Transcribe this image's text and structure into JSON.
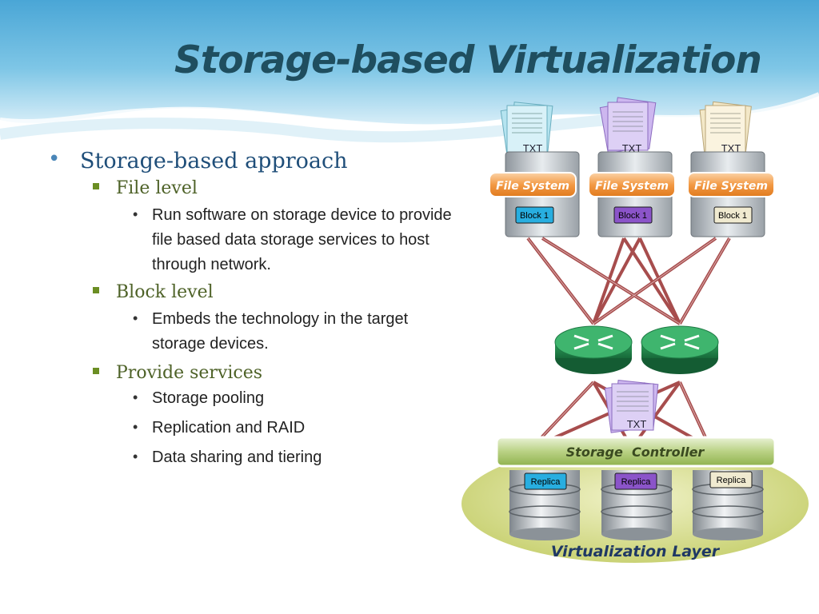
{
  "slide": {
    "title": "Storage-based Virtualization",
    "bullets": [
      {
        "text": "Storage-based approach",
        "children": [
          {
            "text": "File level",
            "children": [
              "Run software on storage device to provide file based data storage services to host through network."
            ]
          },
          {
            "text": "Block level",
            "children": [
              "Embeds the technology in the target storage devices."
            ]
          },
          {
            "text": "Provide services",
            "children": [
              "Storage pooling",
              "Replication and RAID",
              "Data sharing and tiering"
            ]
          }
        ]
      }
    ]
  },
  "diagram": {
    "servers": [
      {
        "doc_label": "TXT",
        "fs_label": "File System",
        "block_label": "Block 1",
        "doc_color": "#b5e4f0",
        "block_color": "#28aee0"
      },
      {
        "doc_label": "TXT",
        "fs_label": "File System",
        "block_label": "Block 1",
        "doc_color": "#cdb7ef",
        "block_color": "#8b54c9"
      },
      {
        "doc_label": "TXT",
        "fs_label": "File System",
        "block_label": "Block 1",
        "doc_color": "#f3e8c8",
        "block_color": "#f0ead0"
      }
    ],
    "center_doc_label": "TXT",
    "controller_label": "Storage  Controller",
    "replicas": [
      {
        "label": "Replica",
        "color": "#28aee0"
      },
      {
        "label": "Replica",
        "color": "#8b54c9"
      },
      {
        "label": "Replica",
        "color": "#f0ead0"
      }
    ],
    "layer_label": "Virtualization Layer",
    "colors": {
      "link": "#9e3a3a",
      "switch": "#2e8b57",
      "file_system": "#f28a2e",
      "controller": "#a6c26b",
      "layer": "#c9d36a"
    }
  }
}
